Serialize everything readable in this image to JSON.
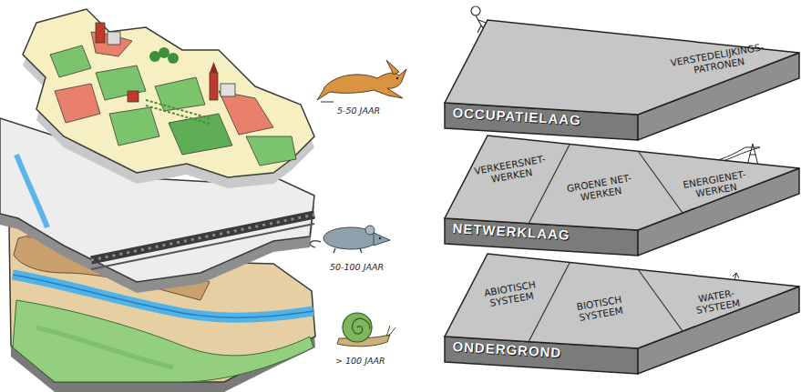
{
  "diagram": {
    "nodes": [
      {
        "text": [
          "OCCUPATIELAAG",
          "VERSTEDELIJKINGS- PATRONEN"
        ]
      },
      {
        "text": [
          "NETWERKLAAG"
        ]
      },
      {
        "text": [
          "VERKEERSNET- WERKEN"
        ],
        "in": 1
      },
      {
        "text": [
          "GROENE NET- WERKEN"
        ],
        "in": 1
      },
      {
        "text": [
          "ENERGIENET- WERKEN"
        ],
        "in": 1
      },
      {
        "text": [
          "ONDERGROND"
        ]
      },
      {
        "text": [
          "ABIOTISCH SYSTEEM"
        ],
        "in": 5
      },
      {
        "text": [
          "BIOTISCH SYSTEEM"
        ],
        "in": 5
      },
      {
        "text": [
          "WATER- SYSTEEM"
        ],
        "in": 5
      }
    ],
    "labels": [
      "5-50 JAAR",
      "50-100 JAAR",
      "> 100 JAAR"
    ]
  }
}
